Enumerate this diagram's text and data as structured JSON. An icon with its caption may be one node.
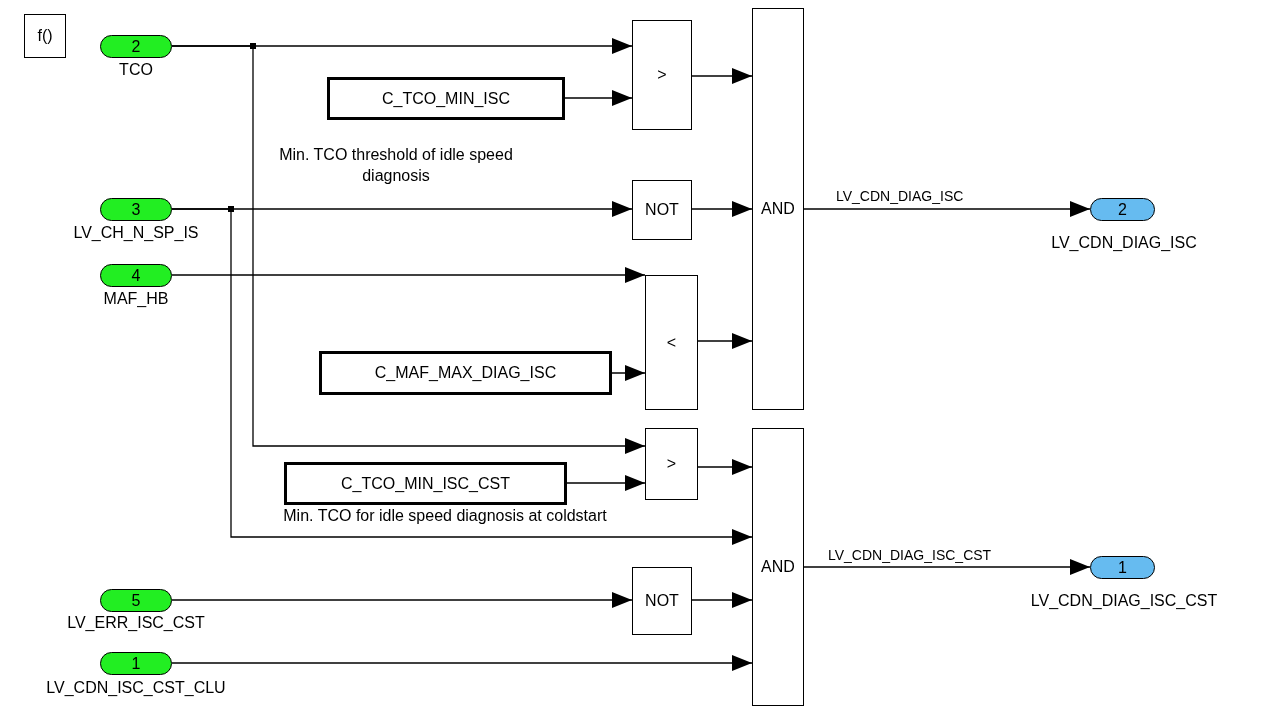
{
  "diagram": {
    "nodes": [
      {
        "text": [
          "f()"
        ]
      },
      {
        "text": [
          "2"
        ],
        "beside": [
          "TCO"
        ]
      },
      {
        "text": [
          "3"
        ],
        "beside": [
          "LV_CH_N_SP_IS"
        ]
      },
      {
        "text": [
          "4"
        ],
        "beside": [
          "MAF_HB"
        ]
      },
      {
        "text": [
          "5"
        ],
        "beside": [
          "LV_ERR_ISC_CST"
        ]
      },
      {
        "text": [
          "1"
        ],
        "beside": [
          "LV_CDN_ISC_CST_CLU"
        ]
      },
      {
        "text": [
          "C_TCO_MIN_ISC"
        ],
        "beside": [
          "Min. TCO threshold of idle speed diagnosis"
        ]
      },
      {
        "text": [
          "C_MAF_MAX_DIAG_ISC"
        ]
      },
      {
        "text": [
          "C_TCO_MIN_ISC_CST"
        ],
        "beside": [
          "Min. TCO for idle speed diagnosis at coldstart"
        ]
      },
      {
        "text": [
          ">"
        ]
      },
      {
        "text": [
          "NOT"
        ]
      },
      {
        "text": [
          "<"
        ]
      },
      {
        "text": [
          ">"
        ]
      },
      {
        "text": [
          "NOT"
        ]
      },
      {
        "text": [
          "AND"
        ]
      },
      {
        "text": [
          "AND"
        ]
      },
      {
        "text": [
          "2"
        ],
        "beside": [
          "LV_CDN_DIAG_ISC"
        ]
      },
      {
        "text": [
          "1"
        ],
        "beside": [
          "LV_CDN_DIAG_ISC_CST"
        ]
      }
    ],
    "edges": [
      {
        "from": 1,
        "to": 9,
        "arrow": "to"
      },
      {
        "from": 1,
        "to": 12,
        "arrow": "to"
      },
      {
        "from": 6,
        "to": 9,
        "arrow": "to"
      },
      {
        "from": 2,
        "to": 10,
        "arrow": "to"
      },
      {
        "from": 2,
        "to": 15,
        "arrow": "to"
      },
      {
        "from": 3,
        "to": 11,
        "arrow": "to"
      },
      {
        "from": 7,
        "to": 11,
        "arrow": "to"
      },
      {
        "from": 8,
        "to": 12,
        "arrow": "to"
      },
      {
        "from": 9,
        "to": 14,
        "arrow": "to"
      },
      {
        "from": 10,
        "to": 14,
        "arrow": "to"
      },
      {
        "from": 11,
        "to": 14,
        "arrow": "to"
      },
      {
        "from": 12,
        "to": 15,
        "arrow": "to"
      },
      {
        "from": 4,
        "to": 13,
        "arrow": "to"
      },
      {
        "from": 13,
        "to": 15,
        "arrow": "to"
      },
      {
        "from": 5,
        "to": 15,
        "arrow": "to"
      },
      {
        "from": 14,
        "to": 16,
        "arrow": "to",
        "label": "LV_CDN_DIAG_ISC"
      },
      {
        "from": 15,
        "to": 17,
        "arrow": "to",
        "label": "LV_CDN_DIAG_ISC_CST"
      }
    ]
  }
}
